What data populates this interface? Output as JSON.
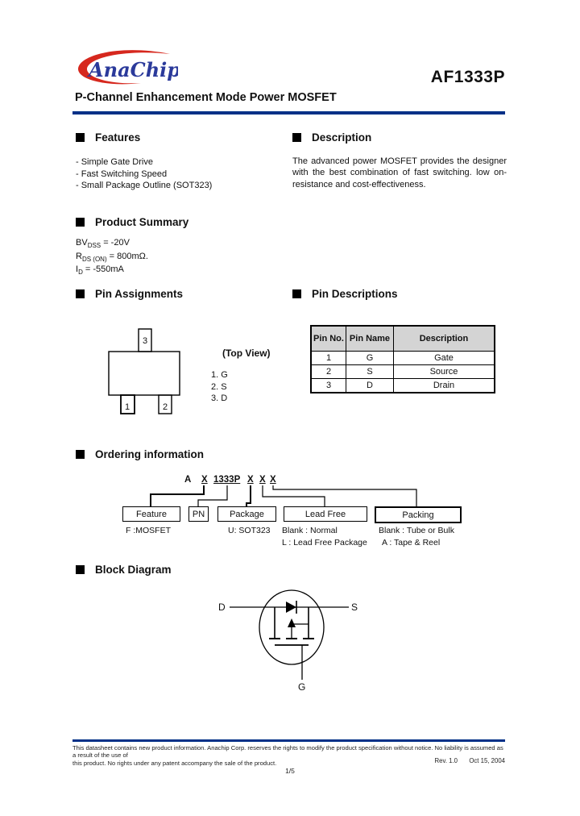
{
  "colors": {
    "accent_rule": "#003087",
    "logo_blue": "#2B3A9B",
    "logo_red": "#D6281E",
    "table_header_bg": "#D4D4D4"
  },
  "header": {
    "logo_text": "AnaChip",
    "part_number": "AF1333P",
    "subtitle": "P-Channel Enhancement Mode Power MOSFET"
  },
  "features": {
    "title": "Features",
    "items": [
      "- Simple Gate Drive",
      "- Fast Switching Speed",
      "- Small Package Outline (SOT323)"
    ]
  },
  "description": {
    "title": "Description",
    "text": "The advanced power MOSFET provides the designer with the best combination of fast switching. low on-resistance and cost-effectiveness."
  },
  "product_summary": {
    "title": "Product Summary",
    "specs": [
      {
        "base": "BV",
        "sub": "DSS",
        "value": " = -20V"
      },
      {
        "base": "R",
        "sub": "DS (ON)",
        "value": " = 800mΩ."
      },
      {
        "base": "I",
        "sub": "D",
        "value": " = -550mA"
      }
    ]
  },
  "pin_assignments": {
    "title": "Pin Assignments",
    "top_view_label": "(Top View)",
    "pins": {
      "p1": "1",
      "p2": "2",
      "p3": "3"
    },
    "legend": [
      "1. G",
      "2. S",
      "3. D"
    ]
  },
  "pin_descriptions": {
    "title": "Pin Descriptions",
    "headers": [
      "Pin No.",
      "Pin Name",
      "Description"
    ],
    "rows": [
      [
        "1",
        "G",
        "Gate"
      ],
      [
        "2",
        "S",
        "Source"
      ],
      [
        "3",
        "D",
        "Drain"
      ]
    ]
  },
  "ordering": {
    "title": "Ordering information",
    "code": [
      "A",
      "X",
      "1333P",
      "X",
      "X",
      "X"
    ],
    "boxes": [
      {
        "label": "Feature",
        "notes": [
          "F :MOSFET"
        ]
      },
      {
        "label": "PN",
        "notes": []
      },
      {
        "label": "Package",
        "notes": [
          "U: SOT323"
        ]
      },
      {
        "label": "Lead Free",
        "notes": [
          "Blank : Normal",
          "L : Lead Free Package"
        ]
      },
      {
        "label": "Packing",
        "notes": [
          "Blank : Tube or Bulk",
          "A  : Tape & Reel"
        ]
      }
    ]
  },
  "block_diagram": {
    "title": "Block Diagram",
    "terminals": {
      "drain": "D",
      "source": "S",
      "gate": "G"
    }
  },
  "footer": {
    "disclaimer_line1": "This datasheet contains new product information. Anachip Corp. reserves the rights to modify the product specification without notice. No liability is assumed as a result of the use of",
    "disclaimer_line2": "this product. No rights under any patent accompany the sale of the product.",
    "revision": "Rev. 1.0",
    "date": "Oct 15, 2004",
    "page_number": "1/5"
  }
}
